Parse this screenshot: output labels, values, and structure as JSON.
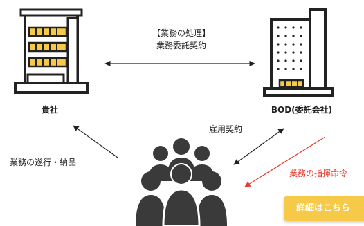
{
  "colors": {
    "building_outline": "#222222",
    "window_yellow": "#f7c948",
    "instruction_red": "#e8382d",
    "people": "#3a3a3a",
    "button_bg": "#f7c948",
    "button_text": "#ffffff"
  },
  "icons": {
    "left_building": "office-building-icon",
    "right_building": "tower-building-icon",
    "workers": "group-of-people-icon"
  },
  "labels": {
    "client": "貴社",
    "contractor": "BOD(委託会社)",
    "contract_header": "【業務の処理】",
    "contract_type": "業務委託契約",
    "employment": "雇用契約",
    "delivery": "業務の遂行・納品",
    "instruction": "業務の指揮命令"
  },
  "button": {
    "label": "詳細はこちら"
  }
}
